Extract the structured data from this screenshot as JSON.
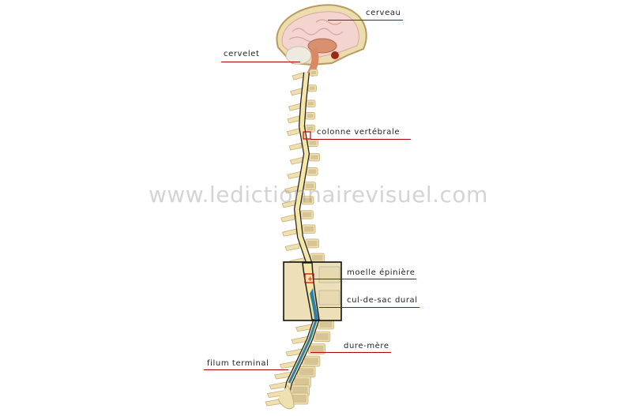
{
  "watermark": "www.ledictionnairevisuel.com",
  "labels": {
    "cerveau": "cerveau",
    "cervelet": "cervelet",
    "colonne": "colonne vertébrale",
    "moelle": "moelle épinière",
    "culdesac": "cul-de-sac dural",
    "dure": "dure-mère",
    "filum": "filum terminal"
  },
  "colors": {
    "bone": "#efe0b0",
    "bone_edge": "#c8b078",
    "cord": "#f5e6a8",
    "dura": "#2f7fa8",
    "brain": "#f3d4cf",
    "leader": "#b00000"
  }
}
